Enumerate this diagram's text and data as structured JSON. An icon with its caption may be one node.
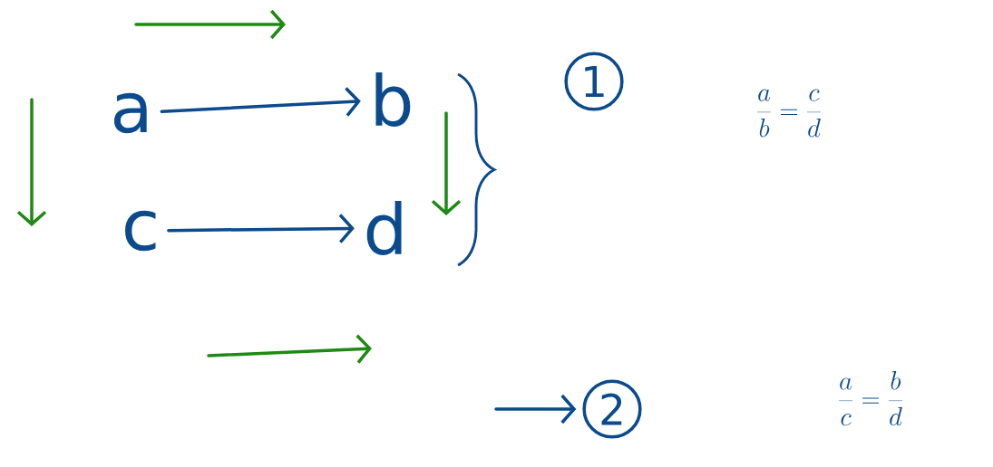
{
  "diagram": {
    "nodes": [
      {
        "text": [
          "a"
        ]
      },
      {
        "text": [
          "b"
        ]
      },
      {
        "text": [
          "c"
        ]
      },
      {
        "text": [
          "d"
        ]
      },
      {
        "text": [
          "1"
        ]
      },
      {
        "text": [
          "2"
        ]
      }
    ],
    "edges": [
      {
        "from": 0,
        "to": 1,
        "arrow": "to"
      },
      {
        "from": 2,
        "to": 3,
        "arrow": "to"
      },
      {
        "from": null,
        "to": 5,
        "arrow": "to"
      }
    ],
    "labels": [
      "\\frac{a}{b} = \\frac{c}{d}",
      "\\frac{a}{c} = \\frac{b}{d}"
    ]
  }
}
